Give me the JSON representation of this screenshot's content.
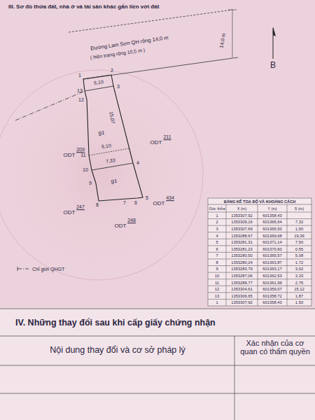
{
  "diagram": {
    "title": "III. Sơ đồ thửa đất, nhà ở và tài sản khác gắn liền với đất",
    "labels": [
      "Đường Lam Sơn QH rộng 14,0 m",
      "( hiện trạng rộng 10,5 m )",
      "14,0 m",
      "B",
      "1",
      "2",
      "3",
      "13",
      "12",
      "11",
      "10",
      "4",
      "9",
      "8",
      "7",
      "6",
      "5",
      "6,10",
      "15,07",
      "6,10",
      "7,33",
      "g1",
      "g1",
      "ODT",
      "209",
      "ODT",
      "211",
      "ODT",
      "247",
      "ODT",
      "248",
      "ODT",
      "434",
      "BẢNG KÊ TOẠ ĐỘ VÀ KHOẢNG CÁCH",
      "Góc thửa",
      "X (m)",
      "Y (m)",
      "S (m)",
      "1",
      "1353307,92",
      "601358,43",
      "2",
      "1353309,16",
      "601365,64",
      "7,32",
      "3",
      "1353307,69",
      "601365,93",
      "1,50",
      "4",
      "1353288,67",
      "601369,68",
      "19,39",
      "5",
      "1353281,31",
      "601371,14",
      "7,50",
      "6",
      "1353281,23",
      "601370,60",
      "0,55",
      "7",
      "1353280,50",
      "601365,57",
      "5,08",
      "8",
      "1353280,24",
      "601363,87",
      "1,72",
      "9",
      "1353283,79",
      "601363,17",
      "3,62",
      "10",
      "1353287,06",
      "601362,53",
      "3,33",
      "11",
      "1353289,77",
      "601361,99",
      "2,76",
      "12",
      "1353304,61",
      "601359,07",
      "15,12",
      "13",
      "1353306,65",
      "601358,72",
      "1,87",
      "1",
      "1353307,92",
      "601358,43",
      "1,50",
      "IV. Những thay đổi sau khi cấp giấy chứng nhận",
      "Nội dung thay đổi và cơ sở pháp lý",
      "Xác nhận của cơ quan có thẩm quyền"
    ],
    "legend": [
      {
        "text": "Chỉ giới QHGT"
      }
    ]
  }
}
